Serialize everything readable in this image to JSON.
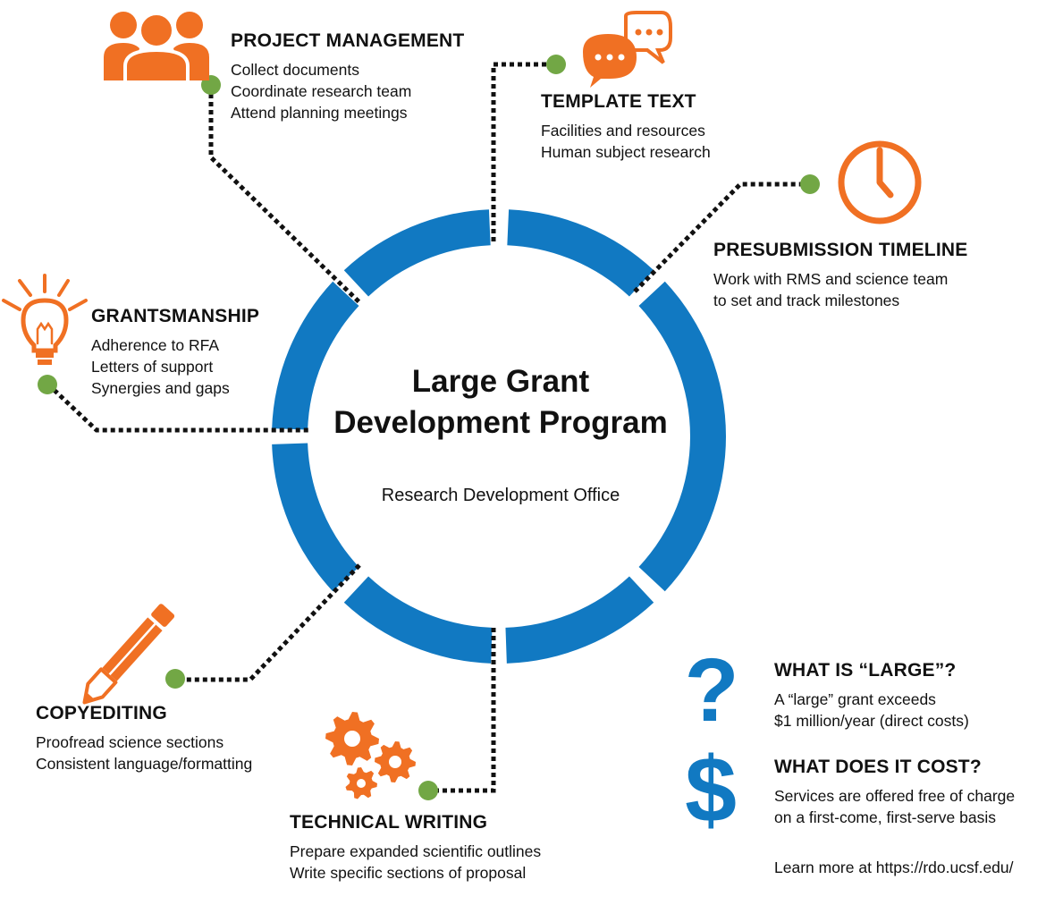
{
  "center": {
    "title_line1": "Large Grant",
    "title_line2": "Development Program",
    "subtitle": "Research Development Office"
  },
  "sections": {
    "project_management": {
      "title": "PROJECT MANAGEMENT",
      "items": [
        "Collect documents",
        "Coordinate research team",
        "Attend planning meetings"
      ],
      "icon": "people-group-icon"
    },
    "template_text": {
      "title": "TEMPLATE TEXT",
      "items": [
        "Facilities and resources",
        "Human subject research"
      ],
      "icon": "speech-bubbles-icon"
    },
    "presubmission_timeline": {
      "title": "PRESUBMISSION TIMELINE",
      "items": [
        "Work with RMS and science team",
        "to set and track milestones"
      ],
      "icon": "clock-icon"
    },
    "grantsmanship": {
      "title": "GRANTSMANSHIP",
      "items": [
        "Adherence to RFA",
        "Letters of support",
        "Synergies and gaps"
      ],
      "icon": "lightbulb-icon"
    },
    "copyediting": {
      "title": "COPYEDITING",
      "items": [
        "Proofread science sections",
        "Consistent language/formatting"
      ],
      "icon": "pencil-icon"
    },
    "technical_writing": {
      "title": "TECHNICAL WRITING",
      "items": [
        "Prepare expanded scientific outlines",
        "Write specific sections of proposal"
      ],
      "icon": "gears-icon"
    }
  },
  "faq": {
    "what_is_large": {
      "title": "WHAT IS “LARGE”?",
      "items": [
        "A “large” grant exceeds",
        "$1 million/year (direct costs)"
      ],
      "glyph": "?"
    },
    "what_does_it_cost": {
      "title": "WHAT DOES IT COST?",
      "items": [
        "Services are offered free of charge",
        "on a first-come, first-serve basis"
      ],
      "glyph": "$"
    }
  },
  "learn_more": "Learn more at https://rdo.ucsf.edu/",
  "colors": {
    "ring": "#1179c2",
    "icon_orange": "#f07023",
    "dot_green": "#72a745",
    "text": "#111111"
  }
}
